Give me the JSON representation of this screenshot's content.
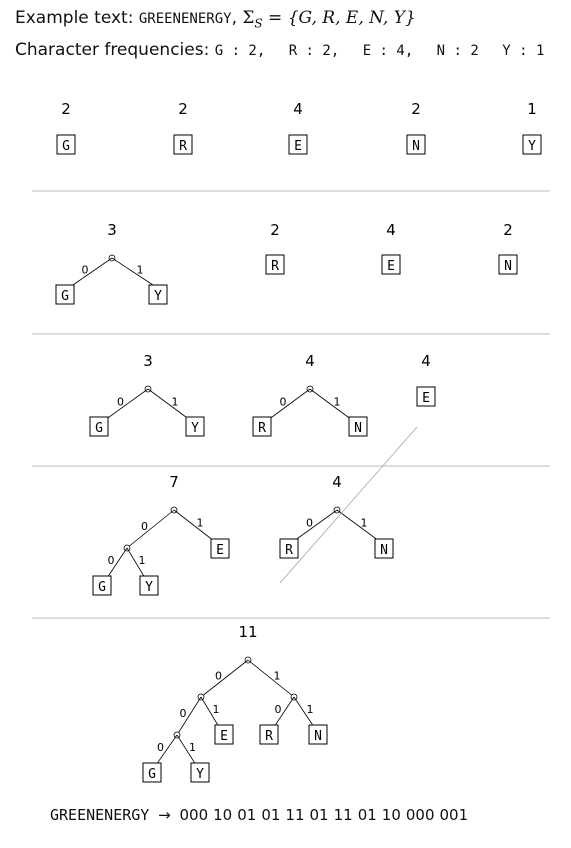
{
  "header": {
    "prefix": "Example text: ",
    "text": "GREENENERGY",
    "alphabet_lhs": "Σ",
    "alphabet_sub": "S",
    "alphabet_eq": " = ",
    "alphabet_set": "{G, R, E, N, Y}",
    "freq_label": "Character frequencies: ",
    "freq_items": [
      "G : 2,",
      "R : 2,",
      "E : 4,",
      "N : 2",
      "Y : 1"
    ]
  },
  "steps": [
    {
      "items": [
        {
          "count": "2",
          "symbol": "G"
        },
        {
          "count": "2",
          "symbol": "R"
        },
        {
          "count": "4",
          "symbol": "E"
        },
        {
          "count": "2",
          "symbol": "N"
        },
        {
          "count": "1",
          "symbol": "Y"
        }
      ]
    },
    {
      "items": [
        {
          "count": "3",
          "tree": [
            "G",
            "Y"
          ]
        },
        {
          "count": "2",
          "symbol": "R"
        },
        {
          "count": "4",
          "symbol": "E"
        },
        {
          "count": "2",
          "symbol": "N"
        }
      ]
    },
    {
      "items": [
        {
          "count": "3",
          "tree": [
            "G",
            "Y"
          ]
        },
        {
          "count": "4",
          "tree": [
            "R",
            "N"
          ]
        },
        {
          "count": "4",
          "symbol": "E"
        }
      ]
    },
    {
      "items": [
        {
          "count": "7",
          "tree": [
            [
              "G",
              "Y"
            ],
            "E"
          ]
        },
        {
          "count": "4",
          "tree": [
            "R",
            "N"
          ]
        }
      ]
    },
    {
      "items": [
        {
          "count": "11",
          "tree": [
            [
              [
                "G",
                "Y"
              ],
              "E"
            ],
            [
              "R",
              "N"
            ]
          ]
        }
      ]
    }
  ],
  "edge_labels": {
    "left": "0",
    "right": "1"
  },
  "encoding": {
    "text": "GREENENERGY",
    "arrow": "→",
    "codes": [
      "000",
      "10",
      "01",
      "01",
      "11",
      "01",
      "11",
      "01",
      "10",
      "000",
      "001"
    ]
  }
}
